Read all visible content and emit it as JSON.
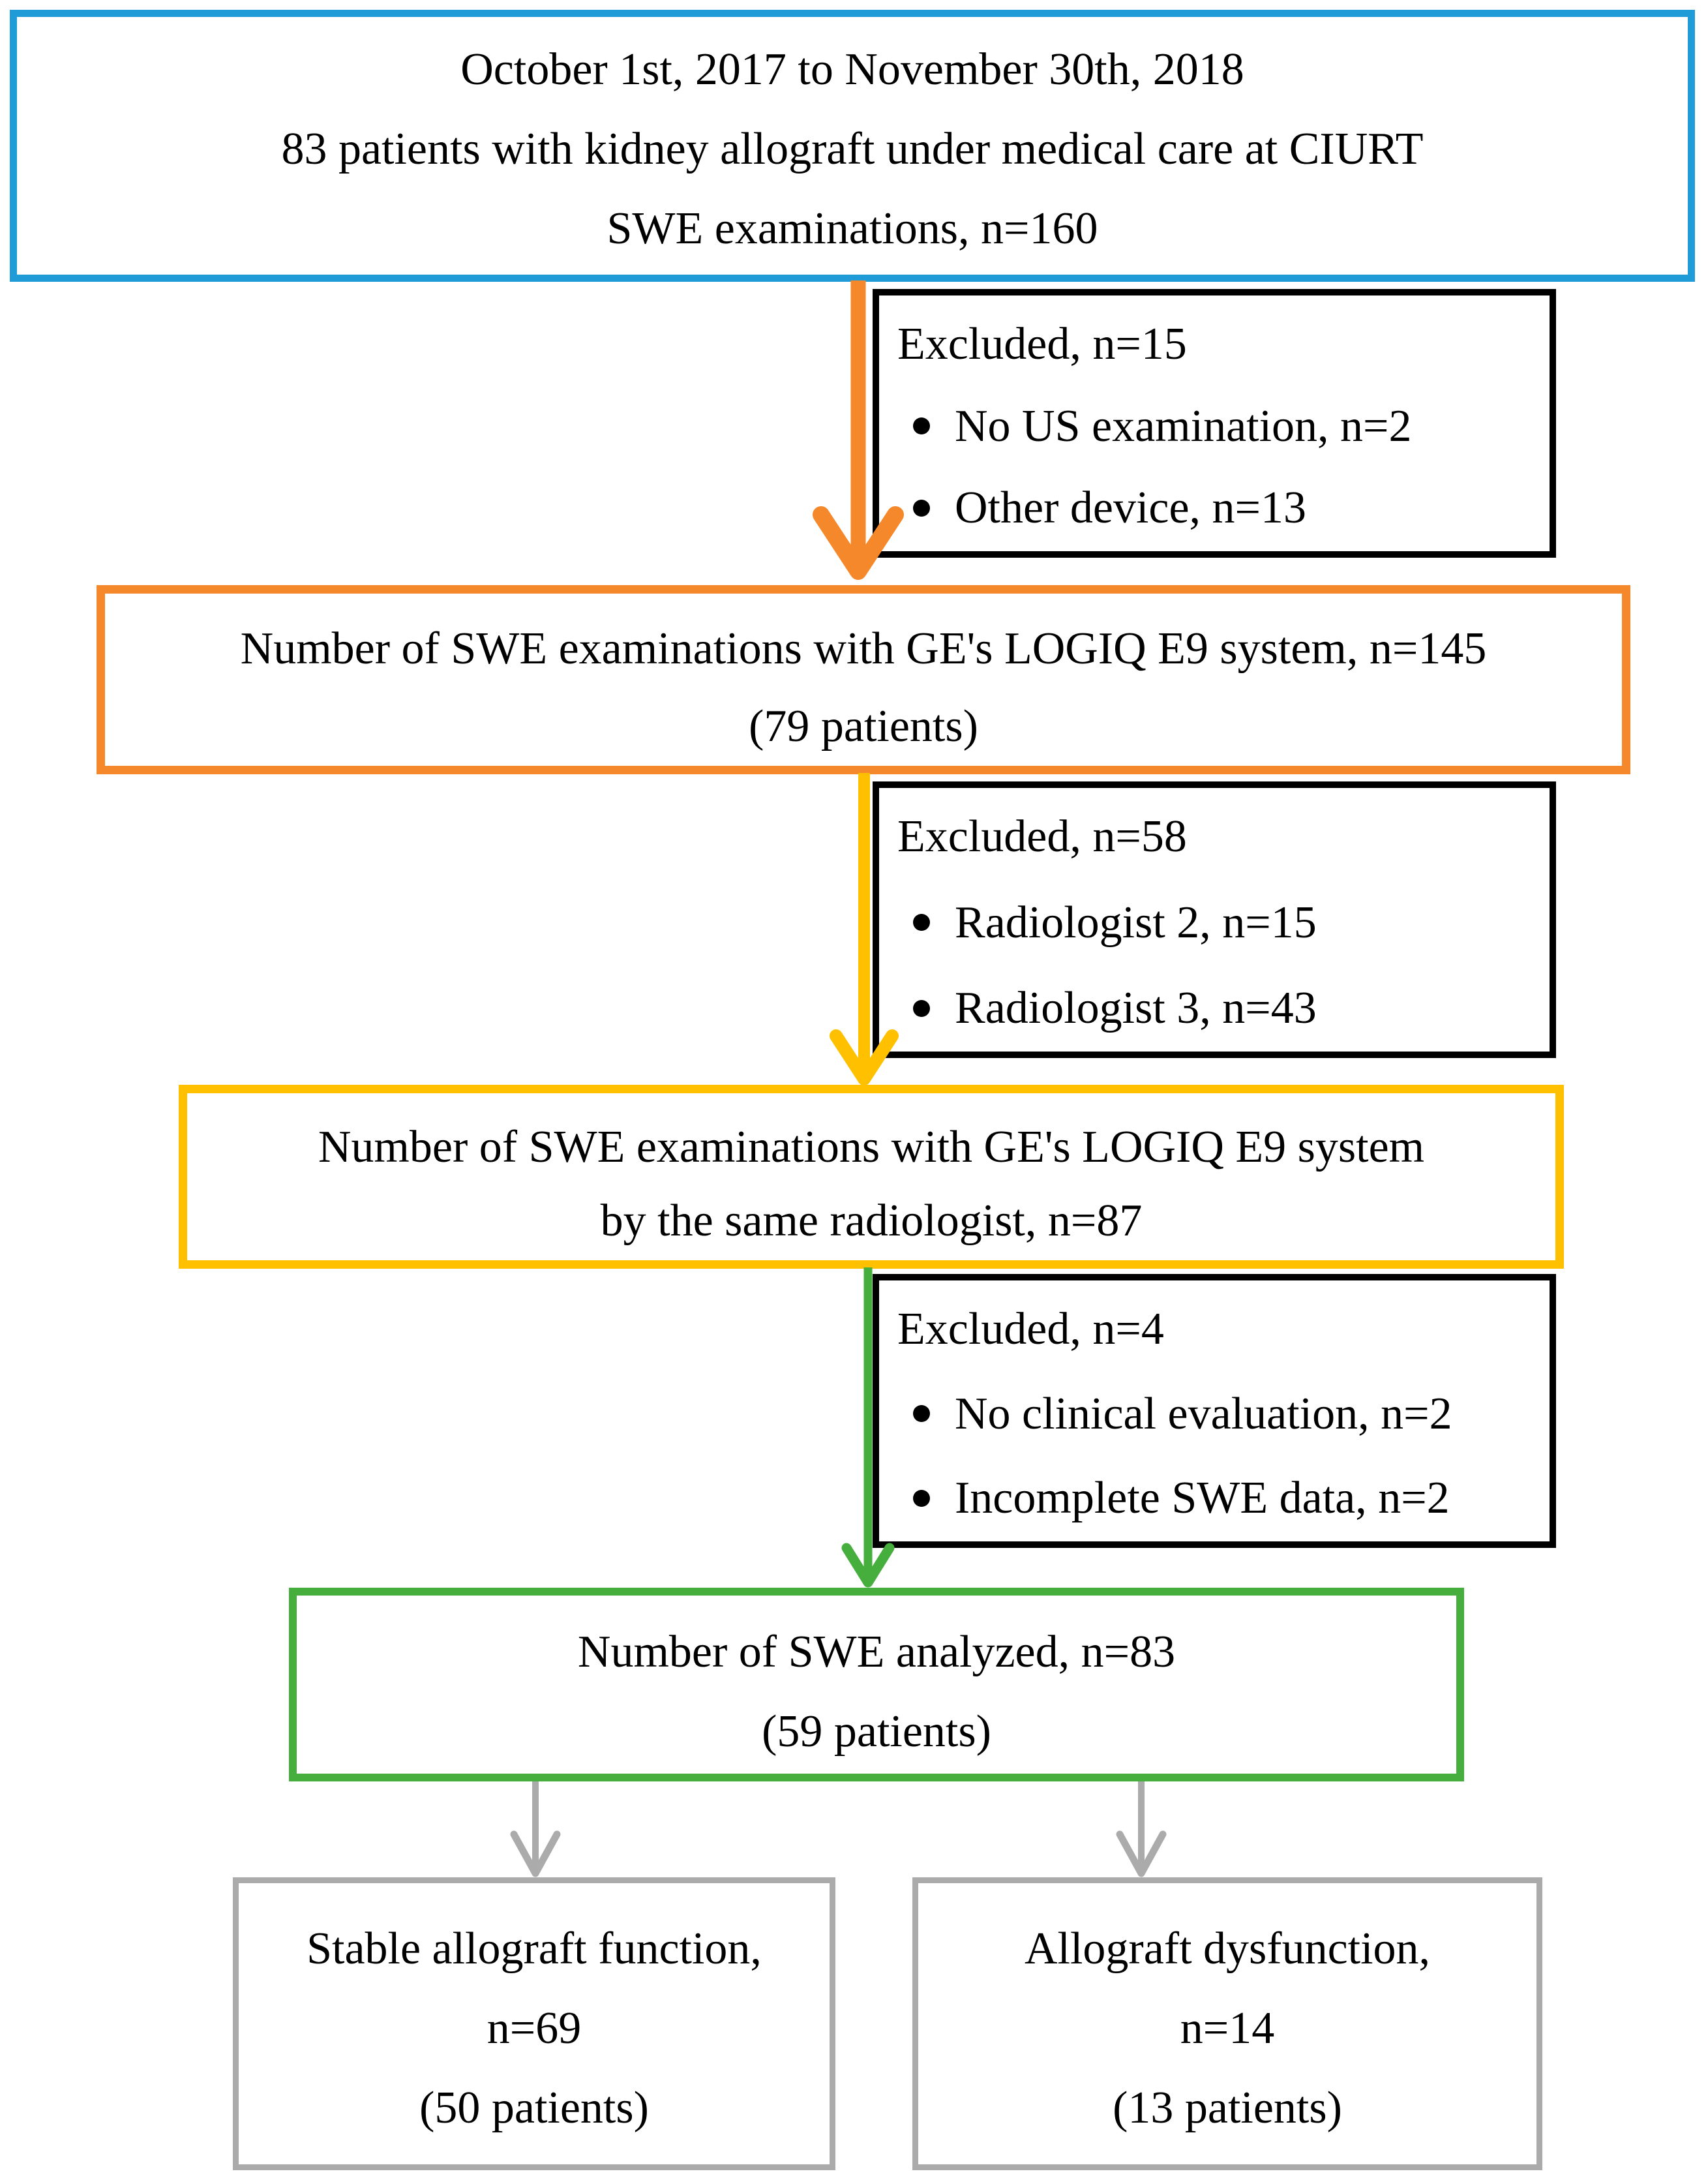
{
  "figure": {
    "type": "patient-flow-diagram",
    "background": "#ffffff"
  },
  "flowchart": {
    "top_box": {
      "border_color": "#1F9BD8",
      "lines": [
        "October 1st, 2017 to November 30th, 2018",
        "83 patients with kidney allograft under medical care at CIURT",
        "SWE examinations, n=160"
      ]
    },
    "exclusion_1": {
      "border_color": "#000000",
      "title": "Excluded, n=15",
      "bullets": [
        "No US examination, n=2",
        "Other device, n=13"
      ]
    },
    "logiq_box": {
      "border_color": "#F6882C",
      "lines": [
        "Number of SWE examinations with GE's LOGIQ E9 system, n=145",
        "(79 patients)"
      ]
    },
    "exclusion_2": {
      "border_color": "#000000",
      "title": "Excluded, n=58",
      "bullets": [
        "Radiologist 2, n=15",
        "Radiologist 3, n=43"
      ]
    },
    "radiologist_box": {
      "border_color": "#FFC000",
      "lines": [
        "Number of SWE examinations with GE's LOGIQ E9 system",
        "by the same radiologist, n=87"
      ]
    },
    "exclusion_3": {
      "border_color": "#000000",
      "title": "Excluded, n=4",
      "bullets": [
        "No clinical evaluation, n=2",
        "Incomplete SWE data, n=2"
      ]
    },
    "analyzed_box": {
      "border_color": "#45AE3D",
      "lines": [
        "Number of SWE analyzed, n=83",
        "(59 patients)"
      ]
    },
    "outcome_left_box": {
      "border_color": "#ABABAB",
      "lines": [
        "Stable allograft function,",
        "n=69",
        "(50 patients)"
      ]
    },
    "outcome_right_box": {
      "border_color": "#ABABAB",
      "lines": [
        "Allograft dysfunction,",
        "n=14",
        "(13 patients)"
      ]
    },
    "arrows": {
      "orange": "#F6882C",
      "yellow": "#FFC000",
      "green": "#45AE3D",
      "gray": "#ABABAB"
    }
  }
}
